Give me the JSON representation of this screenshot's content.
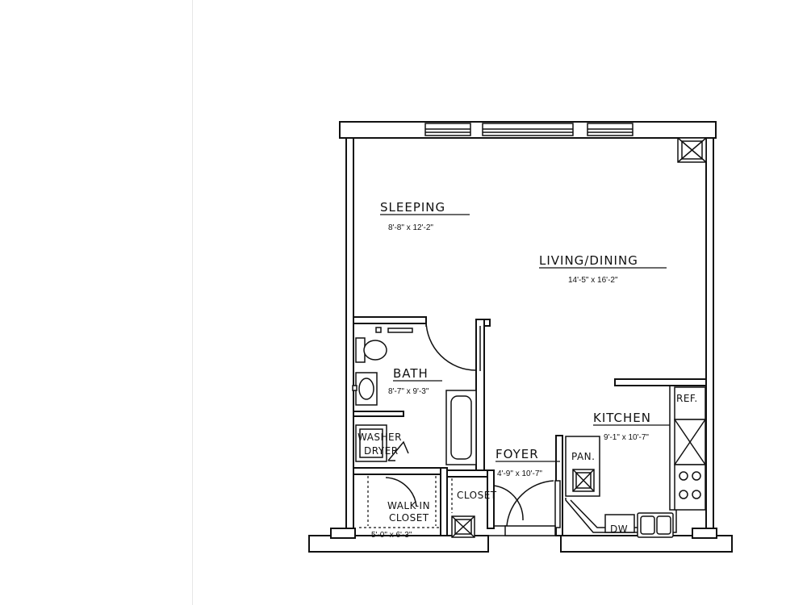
{
  "rooms": {
    "sleeping": {
      "name": "SLEEPING",
      "dims": "8'-8\" x 12'-2\""
    },
    "living": {
      "name": "LIVING/DINING",
      "dims": "14'-5\" x 16'-2\""
    },
    "bath": {
      "name": "BATH",
      "dims": "8'-7\" x 9'-3\""
    },
    "kitchen": {
      "name": "KITCHEN",
      "dims": "9'-1\" x 10'-7\""
    },
    "foyer": {
      "name": "FOYER",
      "dims": "4'-9\" x 10'-7\""
    },
    "walkin": {
      "name_line1": "WALK-IN",
      "name_line2": "CLOSET",
      "dims": "5'-0\" x 6'-3\""
    },
    "closet": {
      "name": "CLOSET"
    },
    "laundry": {
      "line1": "WASHER",
      "line2": "DRYER"
    }
  },
  "fixtures": {
    "refrigerator": "REF.",
    "pantry": "PAN.",
    "dishwasher": "DW"
  }
}
